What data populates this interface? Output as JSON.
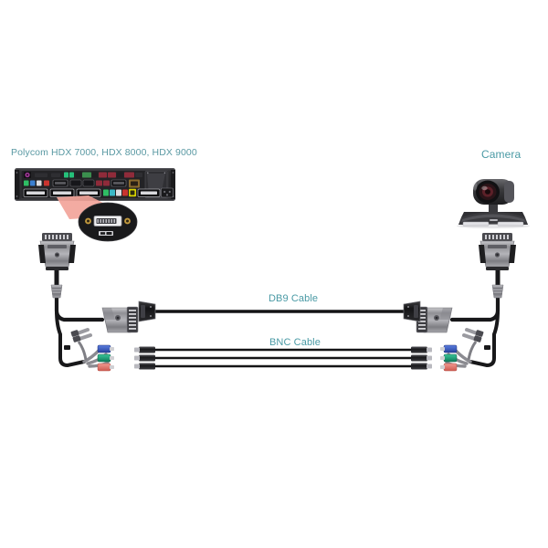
{
  "diagram": {
    "title_label": "Polycom HDX 7000, HDX 8000, HDX 9000",
    "camera_label": "Camera",
    "db9_cable_label": "DB9 Cable",
    "bnc_cable_label": "BNC Cable",
    "background_color": "#ffffff",
    "label_color": "#4a9aa5",
    "title_color": "#5a99a3"
  },
  "devices": {
    "codec": {
      "name": "Polycom HDX rear panel",
      "chassis_color": "#2b2b2d",
      "port_rows": 3,
      "highlight_color": "#f0a39a"
    },
    "camera": {
      "name": "Polycom EagleEye PTZ camera",
      "body_color": "#3c3c3e",
      "base_color": "#d8d8da"
    },
    "dvi_callout": {
      "name": "DVI port magnifier",
      "ellipse_color": "#1d1d1f",
      "port_color": "#e8e8e8",
      "screw_color": "#b08d3f"
    }
  },
  "connectors": {
    "dvi_head_left": "DVI connector (codec side)",
    "dvi_head_right": "DVI connector (camera side)",
    "hd15_adapter_left": "HD15 to DB9 adapter",
    "hd15_adapter_right": "HD15 to DB9 adapter",
    "db9_plug_left": "DB9 plug",
    "db9_plug_right": "DB9 plug",
    "rca_colors": [
      "#3a5fc8",
      "#18a07a",
      "#e8736a"
    ],
    "rca_count": 3,
    "bnc_count": 3,
    "metal_color": "#9a9a9e",
    "dark_color": "#1e1e20"
  }
}
